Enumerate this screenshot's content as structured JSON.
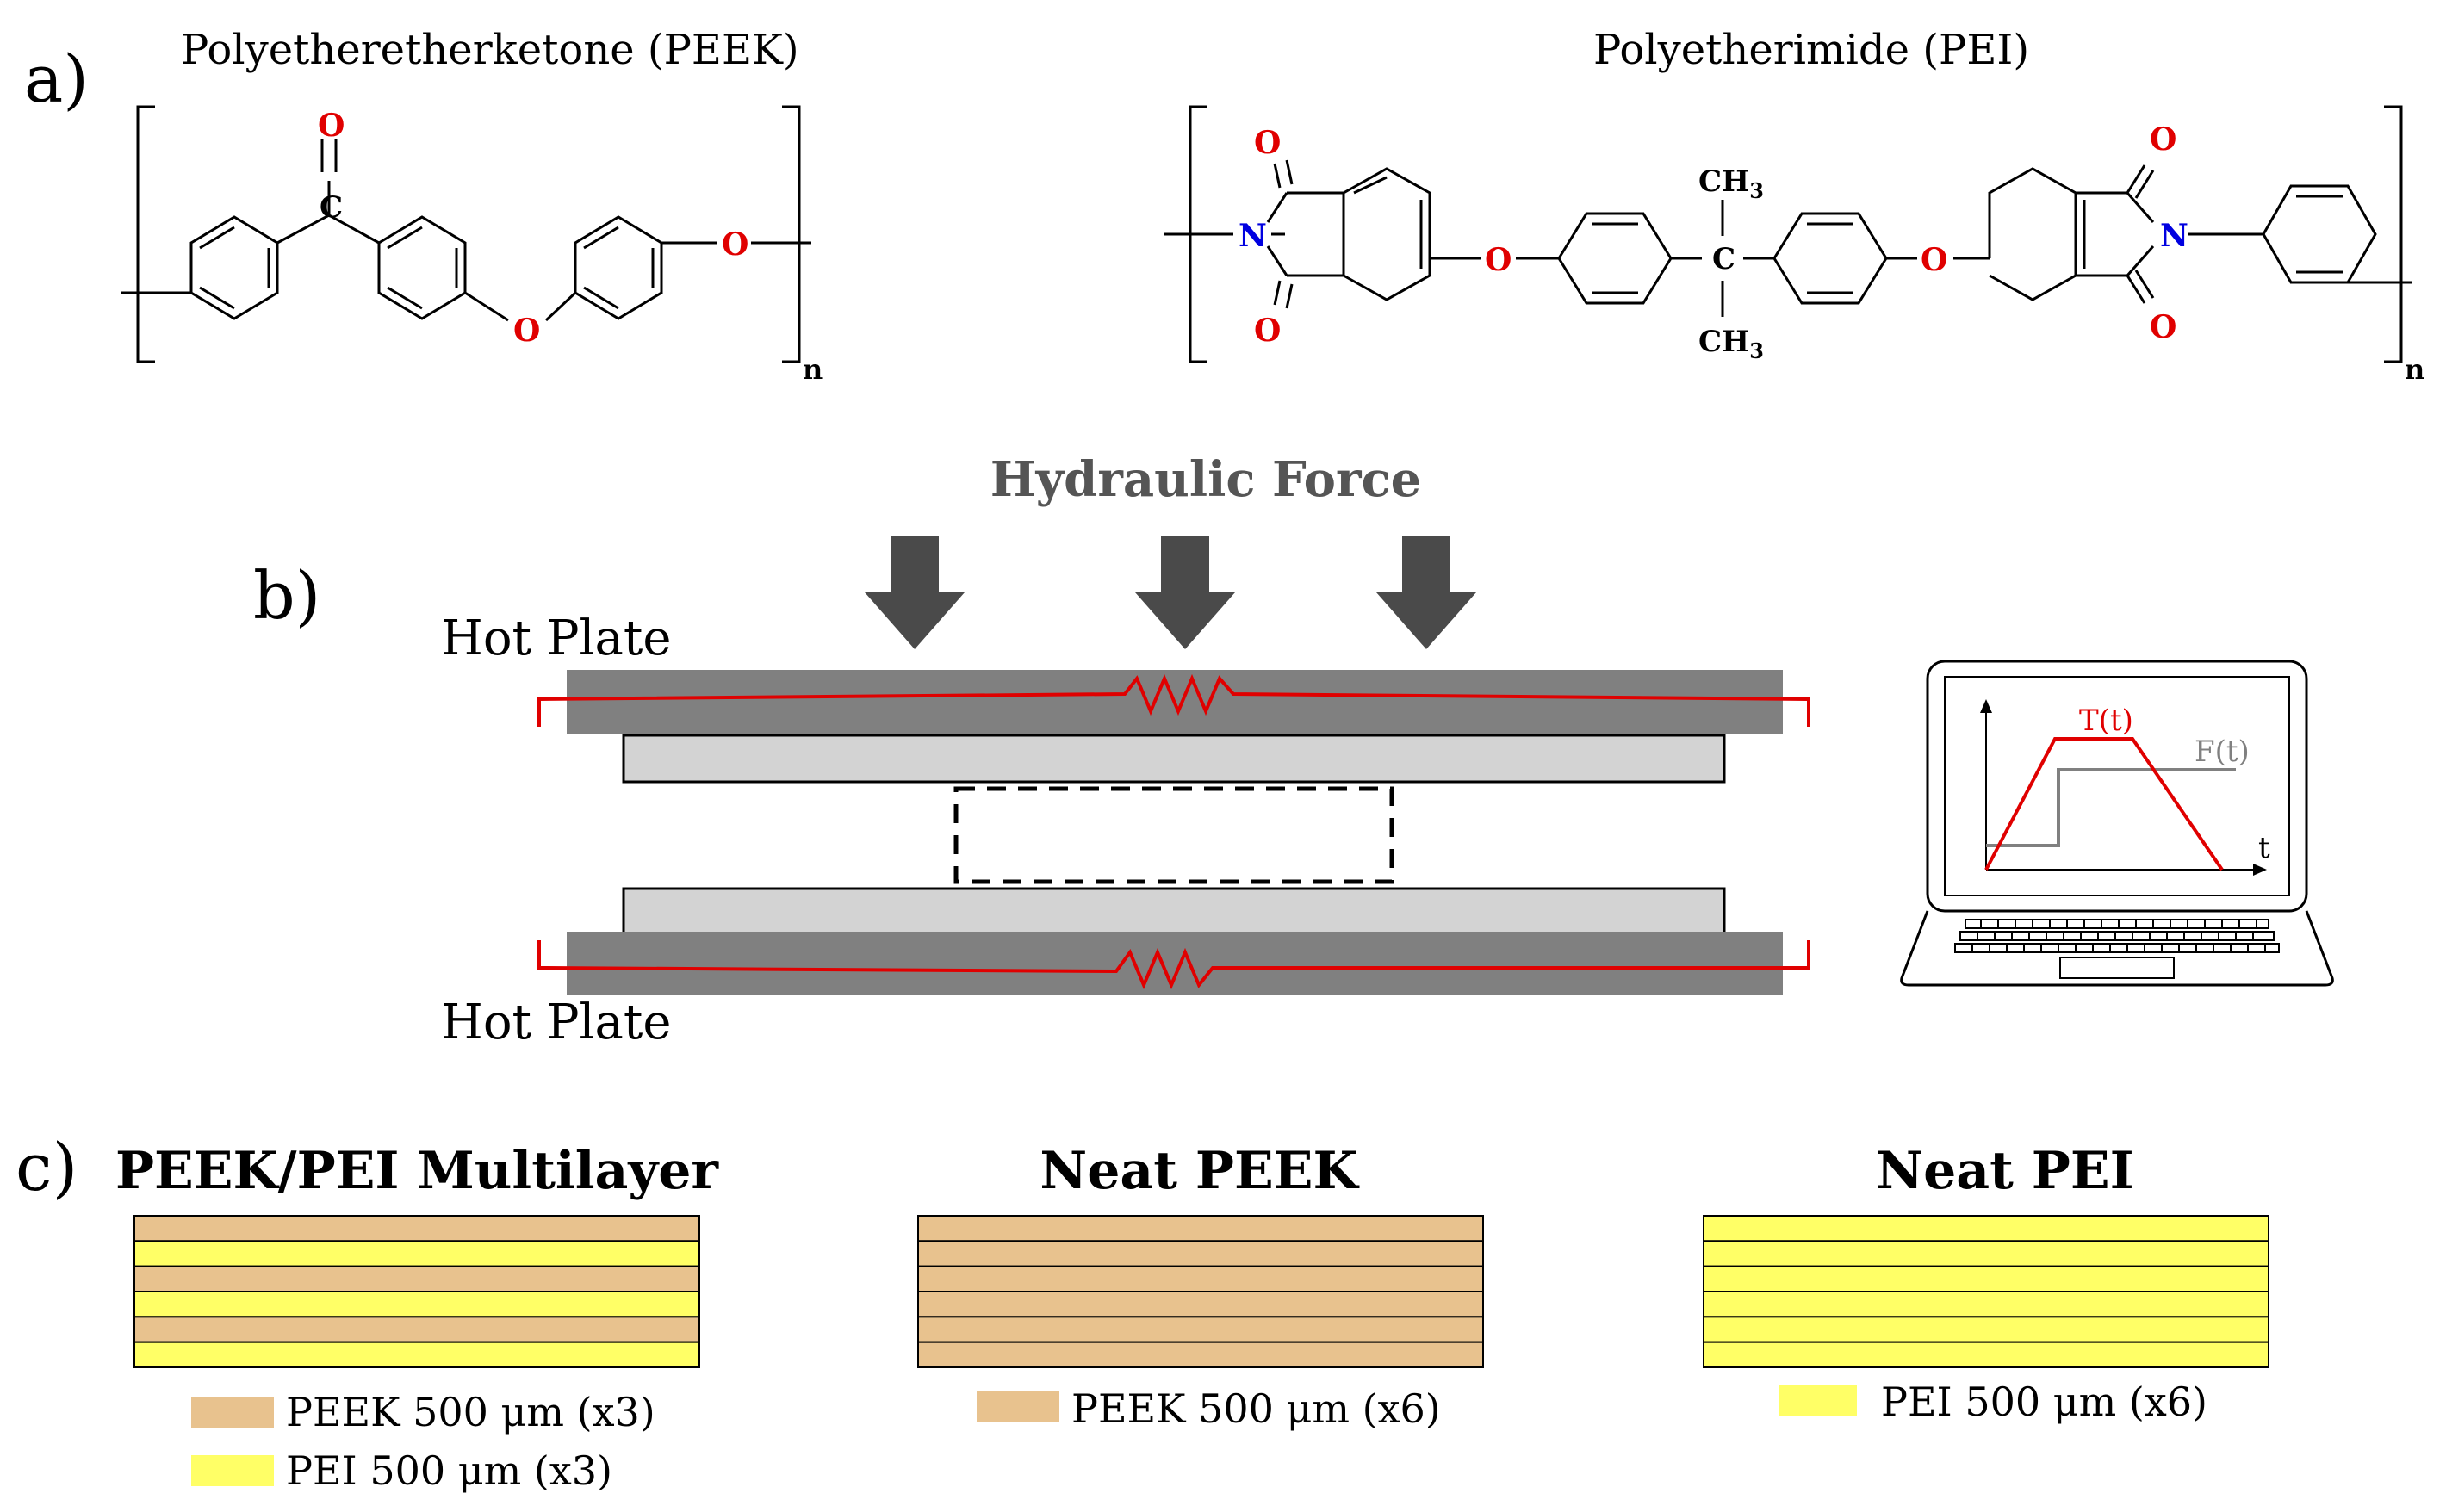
{
  "panels": {
    "a": "a)",
    "b": "b)",
    "c": "c)"
  },
  "structures": {
    "peek": {
      "title": "Polyetheretherketone (PEEK)",
      "atom_o": "O",
      "atom_c": "C",
      "repeat": "n"
    },
    "pei": {
      "title": "Polyetherimide (PEI)",
      "atom_o": "O",
      "atom_n": "N",
      "atom_c": "C",
      "methyl": "CH",
      "methyl_sub": "3",
      "repeat": "n"
    }
  },
  "press": {
    "force_title": "Hydraulic Force",
    "hot_plate_top": "Hot Plate",
    "hot_plate_bottom": "Hot Plate",
    "laptop": {
      "temp_label": "T(t)",
      "force_label": "F(t)",
      "time_label": "t"
    }
  },
  "stacks": [
    {
      "title": "PEEK/PEI Multilayer",
      "layers": [
        "peek",
        "pei",
        "peek",
        "pei",
        "peek",
        "pei"
      ],
      "legend": [
        {
          "material": "peek",
          "label": "PEEK 500 μm (x3)"
        },
        {
          "material": "pei",
          "label": "PEI 500 μm (x3)"
        }
      ]
    },
    {
      "title": "Neat PEEK",
      "layers": [
        "peek",
        "peek",
        "peek",
        "peek",
        "peek",
        "peek"
      ],
      "legend": [
        {
          "material": "peek",
          "label": "PEEK 500 μm (x6)"
        }
      ]
    },
    {
      "title": "Neat PEI",
      "layers": [
        "pei",
        "pei",
        "pei",
        "pei",
        "pei",
        "pei"
      ],
      "legend": [
        {
          "material": "pei",
          "label": "PEI 500 μm (x6)"
        }
      ]
    }
  ],
  "colors": {
    "peek": "#e8c28e",
    "pei": "#ffff66",
    "heater": "#e00000",
    "hot_plate": "#808080",
    "platen": "#d3d3d3",
    "arrow": "#4a4a4a",
    "force_curve": "#808080"
  }
}
